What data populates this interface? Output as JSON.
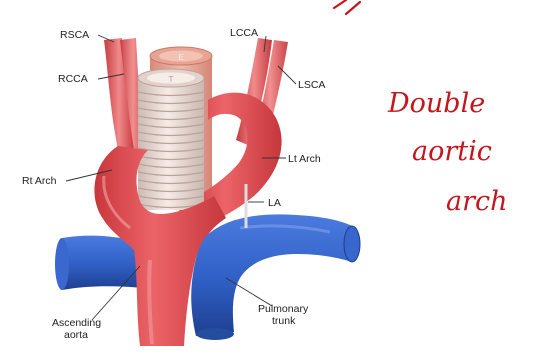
{
  "labels": {
    "rsca": "RSCA",
    "rcca": "RCCA",
    "rt_arch": "Rt Arch",
    "ascending_aorta_line1": "Ascending",
    "ascending_aorta_line2": "aorta",
    "lcca": "LCCA",
    "lsca": "LSCA",
    "lt_arch": "Lt Arch",
    "la": "LA",
    "pulmonary_trunk_line1": "Pulmonary",
    "pulmonary_trunk_line2": "trunk"
  },
  "tube_letters": {
    "esophagus": "E",
    "trachea": "T"
  },
  "handwritten_note": {
    "line1": "Double",
    "line2": "aortic",
    "line3": "arch",
    "color": "#c4161c"
  },
  "colors": {
    "aorta": "#e2474b",
    "aorta_dark": "#b22a2f",
    "pulmonary": "#2f5fc4",
    "pulmonary_dark": "#1e3f8f",
    "trachea": "#e9d8d2",
    "esophagus": "#e8a899"
  }
}
